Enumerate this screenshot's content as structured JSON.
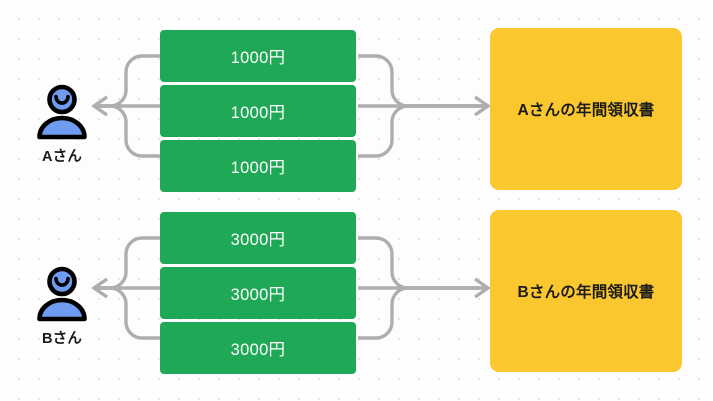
{
  "diagram": {
    "title": "annual-receipt-aggregation-diagram",
    "colors": {
      "background": "#fdfdfd",
      "dot_grid": "#e3e3e8",
      "amount_box": "#1fa855",
      "amount_text": "#ffffff",
      "receipt_box": "#fbc72e",
      "receipt_text": "#1b1b1b",
      "connector": "#aeaeae",
      "person_fill": "#6f9cf0",
      "person_outline": "#000000"
    },
    "groups": [
      {
        "person": {
          "label": "Aさん",
          "icon": "person-icon"
        },
        "left_arrow": "arrow-left-icon",
        "amounts": [
          {
            "label": "1000円"
          },
          {
            "label": "1000円"
          },
          {
            "label": "1000円"
          }
        ],
        "right_arrow": "arrow-right-icon",
        "receipt": {
          "label": "Aさんの年間領収書"
        }
      },
      {
        "person": {
          "label": "Bさん",
          "icon": "person-icon"
        },
        "left_arrow": "arrow-left-icon",
        "amounts": [
          {
            "label": "3000円"
          },
          {
            "label": "3000円"
          },
          {
            "label": "3000円"
          }
        ],
        "right_arrow": "arrow-right-icon",
        "receipt": {
          "label": "Bさんの年間領収書"
        }
      }
    ]
  }
}
